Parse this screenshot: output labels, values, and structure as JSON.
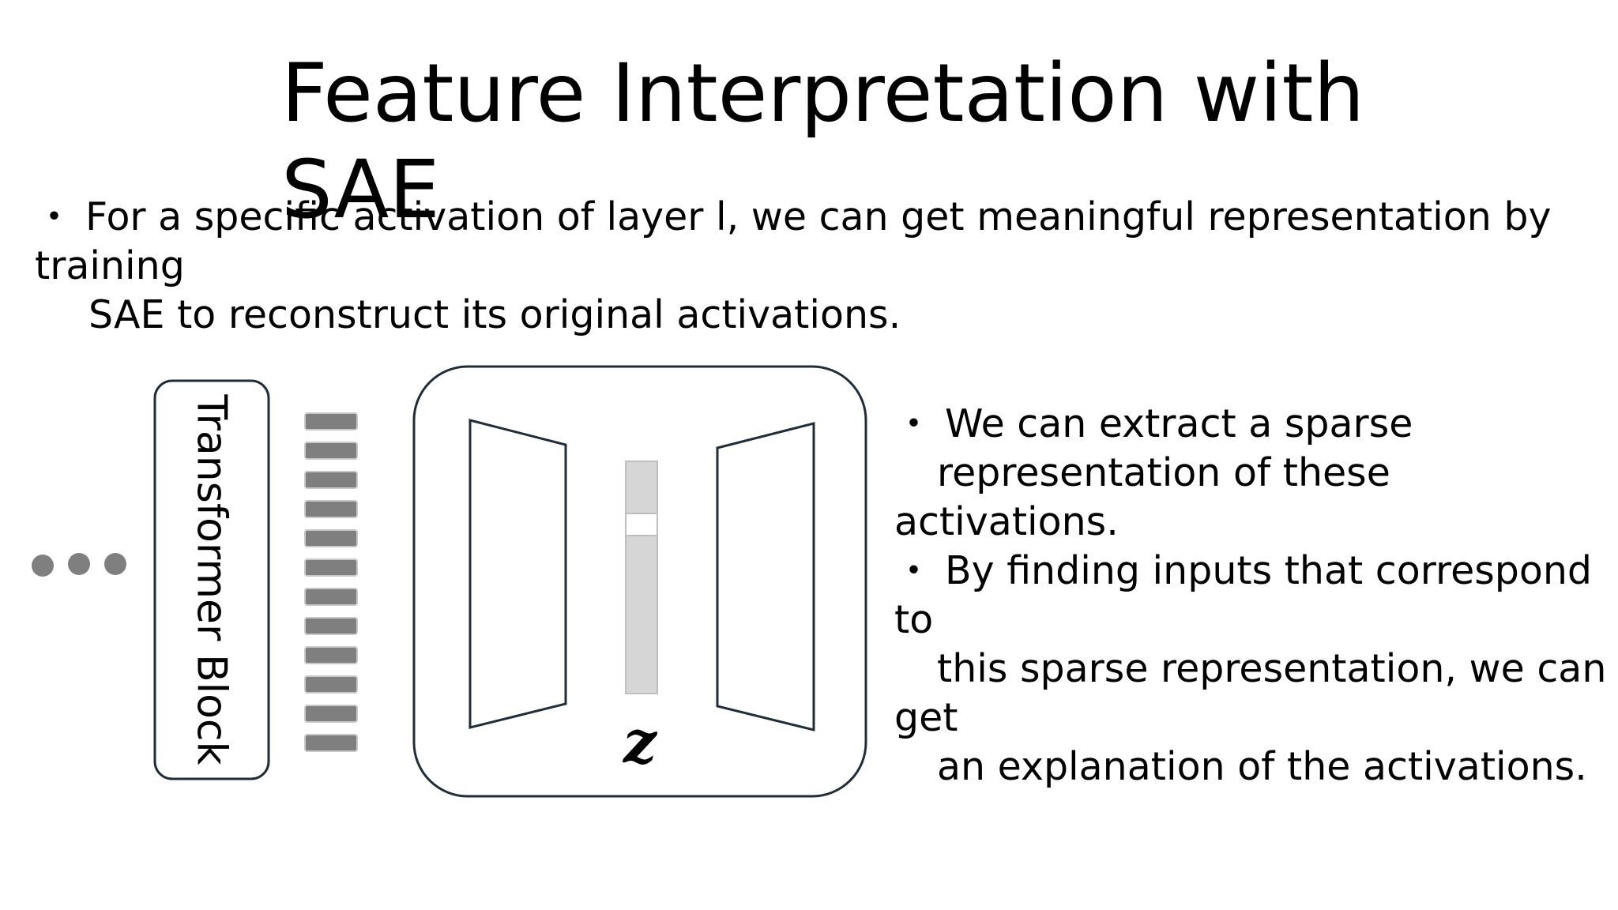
{
  "title": {
    "line1": "Feature Interpretation with",
    "line2": "SAE"
  },
  "intro": {
    "bullet": "・",
    "line1": "For a specific activation of layer l, we can get meaningful representation by",
    "line2": "training",
    "line3": "SAE to reconstruct its original activations."
  },
  "diagram": {
    "block_label": "Transformer Block",
    "latent_label": "z",
    "colors": {
      "outline": "#1f2d3a",
      "activation_bar": "#7f7f7f",
      "dots": "#7f7f7f",
      "latent_fill": "#d6d6d6",
      "latent_active": "#ffffff"
    }
  },
  "bullets": {
    "marker": "・",
    "b1_line1": "We can extract a sparse",
    "b1_line2": "representation of these",
    "b1_line3": "activations.",
    "b2_line1": "By finding inputs that correspond",
    "b2_line2": "to",
    "b2_line3": "this sparse representation, we can",
    "b2_line4": "get",
    "b2_line5": "an explanation of the activations."
  }
}
